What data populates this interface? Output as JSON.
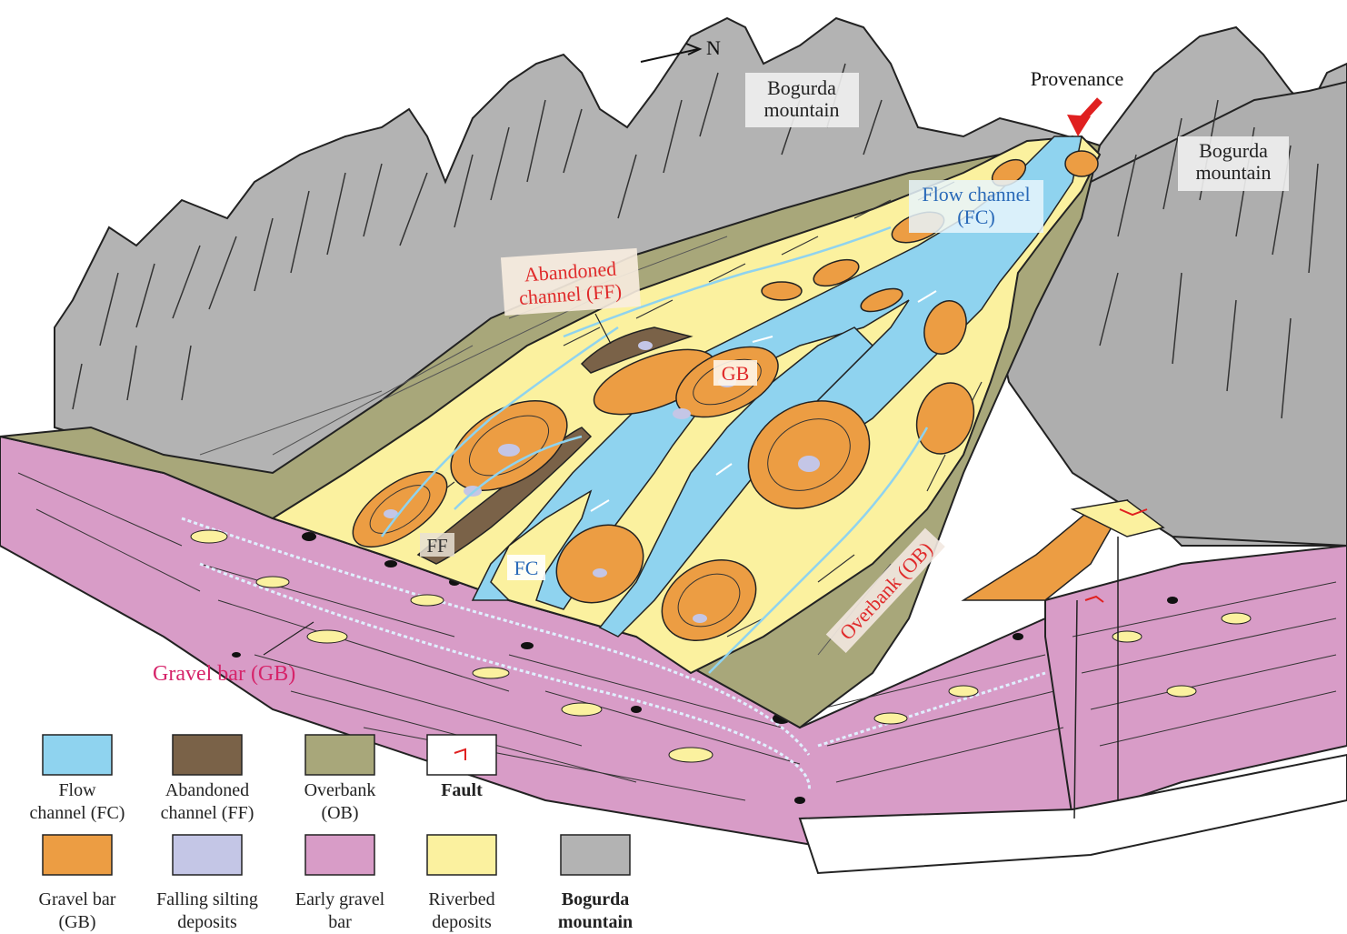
{
  "compass": {
    "letter": "N"
  },
  "labels": {
    "mountain_top_line1": "Bogurda",
    "mountain_top_line2": "mountain",
    "mountain_right_line1": "Bogurda",
    "mountain_right_line2": "mountain",
    "provenance": "Provenance",
    "flow_channel_line1": "Flow channel",
    "flow_channel_line2": "(FC)",
    "abandoned_line1": "Abandoned",
    "abandoned_line2": "channel (FF)",
    "gb": "GB",
    "ff": "FF",
    "fc": "FC",
    "overbank": "Overbank (OB)",
    "gravel_bar": "Gravel bar (GB)"
  },
  "colors": {
    "flow_channel": "#8fd3ef",
    "abandoned_channel": "#7a6248",
    "overbank": "#a8a77a",
    "gravel_bar": "#ec9d43",
    "falling_silting": "#c4c6e6",
    "early_gravel_bar": "#d89cc7",
    "riverbed": "#fbf19f",
    "mountain": "#b3b3b3",
    "fault_mark": "#e02020",
    "label_red": "#e02a2a",
    "label_blue": "#2a6ab8",
    "label_magenta": "#d6246a",
    "arrow_red": "#e02020"
  },
  "legend": [
    {
      "id": "flow-channel",
      "line1": "Flow",
      "line2": "channel (FC)",
      "color": "#8fd3ef"
    },
    {
      "id": "abandoned-channel",
      "line1": "Abandoned",
      "line2": "channel (FF)",
      "color": "#7a6248"
    },
    {
      "id": "overbank",
      "line1": "Overbank",
      "line2": "(OB)",
      "color": "#a8a77a"
    },
    {
      "id": "fault",
      "line1": "Fault",
      "line2": "",
      "color": "#ffffff"
    },
    {
      "id": "gravel-bar",
      "line1": "Gravel bar",
      "line2": "(GB)",
      "color": "#ec9d43"
    },
    {
      "id": "falling-silting",
      "line1": "Falling silting",
      "line2": "deposits",
      "color": "#c4c6e6"
    },
    {
      "id": "early-gravel-bar",
      "line1": "Early gravel",
      "line2": "bar",
      "color": "#d89cc7"
    },
    {
      "id": "riverbed",
      "line1": "Riverbed",
      "line2": "deposits",
      "color": "#fbf19f"
    },
    {
      "id": "bogurda",
      "line1": "Bogurda",
      "line2": "mountain",
      "color": "#b3b3b3"
    }
  ]
}
